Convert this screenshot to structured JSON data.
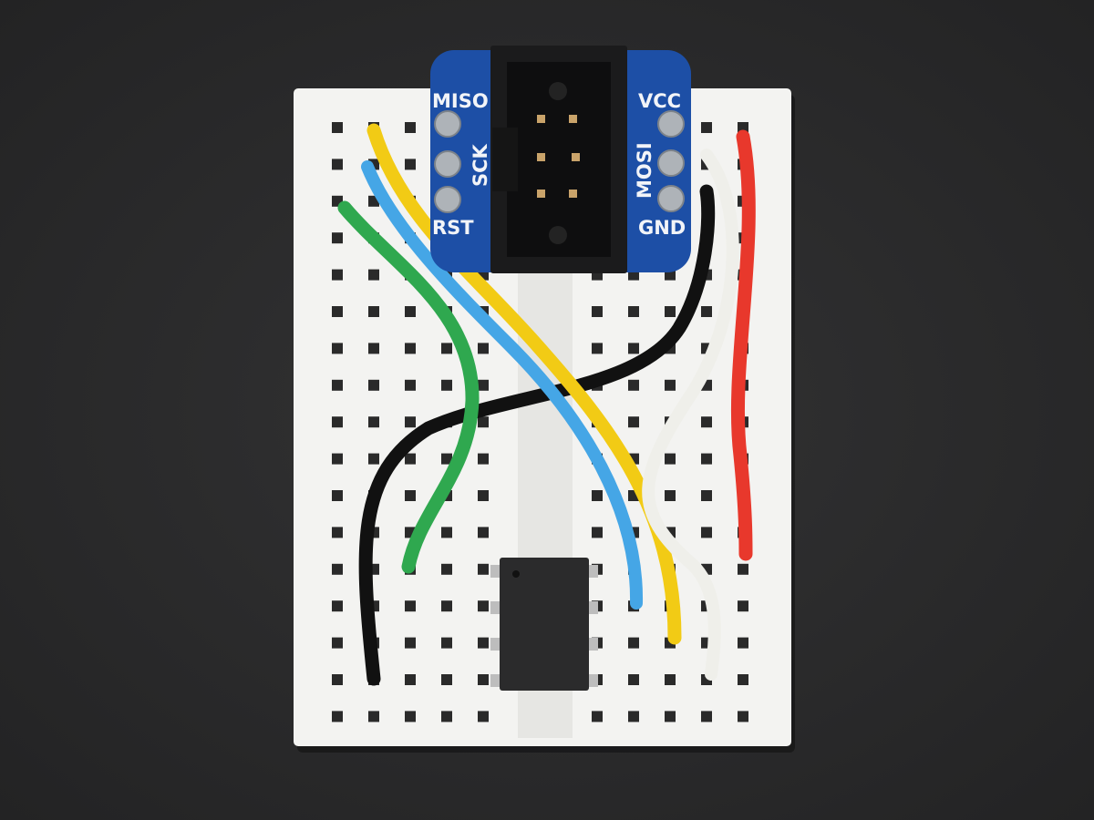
{
  "scene": {
    "background_color": "#2a2a2b",
    "breadboard_color": "#f3f3f1",
    "pcb_color": "#1d4fa6"
  },
  "adapter": {
    "pins_left": [
      "MISO",
      "SCK",
      "RST"
    ],
    "pins_right": [
      "VCC",
      "MOSI",
      "GND"
    ]
  },
  "wires": [
    {
      "color": "#2fa84f",
      "name": "green"
    },
    {
      "color": "#45a6e6",
      "name": "blue"
    },
    {
      "color": "#f2cb15",
      "name": "yellow"
    },
    {
      "color": "#111111",
      "name": "black"
    },
    {
      "color": "#efefea",
      "name": "white"
    },
    {
      "color": "#e8382c",
      "name": "red"
    }
  ]
}
